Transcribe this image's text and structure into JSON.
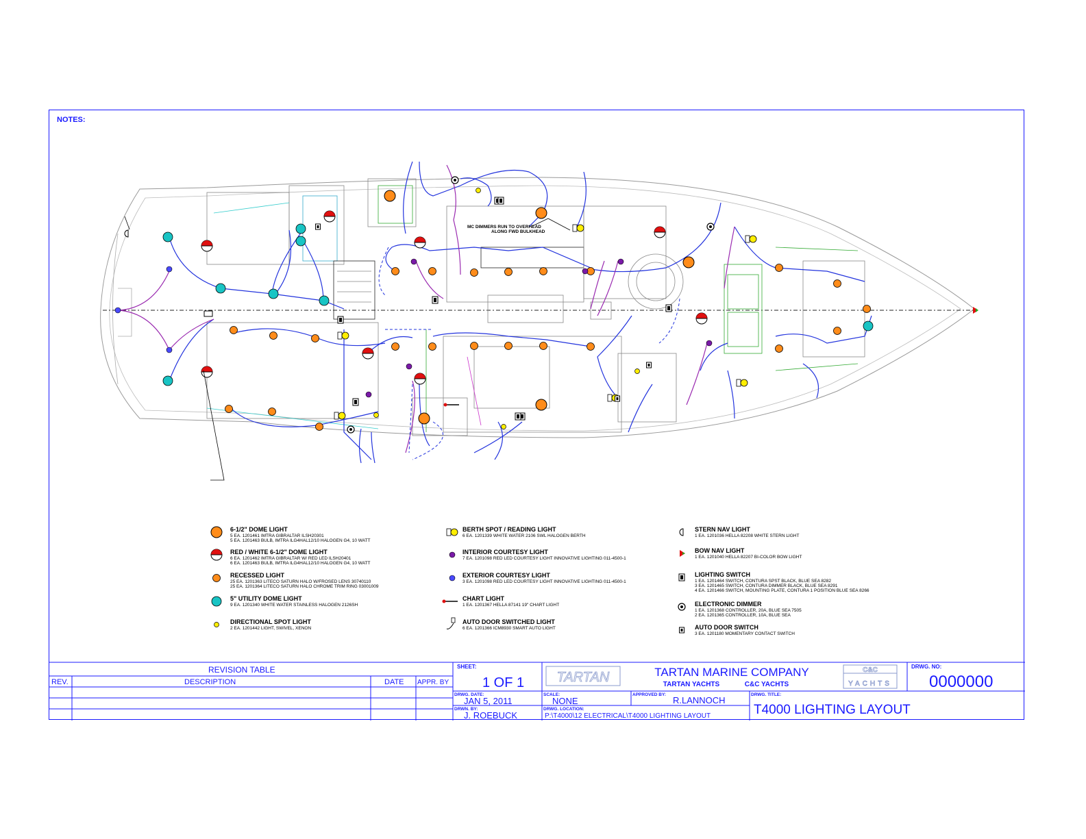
{
  "notes_label": "NOTES:",
  "plan": {
    "annotation_line1": "MC DIMMERS RUN TO OVERHEAD",
    "annotation_line2": "ALONG FWD BULKHEAD"
  },
  "legend": {
    "col1": [
      {
        "icon": "dome-light-icon",
        "title": "6-1/2\" DOME LIGHT",
        "lines": [
          "5 EA. 1201461 IMTRA GIBRALTAR ILSH20301",
          "5 EA. 1201463 BULB, IMTRA ILG4HAL12/10 HALOGEN G4, 10 WATT"
        ]
      },
      {
        "icon": "red-white-dome-light-icon",
        "title": "RED / WHITE 6-1/2\" DOME LIGHT",
        "lines": [
          "6 EA. 1201462 IMTRA GIBRALTAR W/ RED LED ILSH20401",
          "6 EA. 1201463 BULB, IMTRA ILG4HAL12/10 HALOGEN G4, 10 WATT"
        ]
      },
      {
        "icon": "recessed-light-icon",
        "title": "RECESSED LIGHT",
        "lines": [
          "25 EA. 1201363 LITECO SATURN HALO W/FROSED LENS 30740110",
          "25 EA. 1201364 LITECO SATURN HALO CHROME TRIM RING 03001009"
        ]
      },
      {
        "icon": "utility-dome-light-icon",
        "title": "5\" UTILITY DOME LIGHT",
        "lines": [
          "9 EA. 1201340 WHITE WATER STAINLESS HALOGEN 2126SH"
        ]
      },
      {
        "icon": "directional-spot-light-icon",
        "title": "DIRECTIONAL SPOT LIGHT",
        "lines": [
          "2 EA. 1201442 LIGHT, SWIVEL, XENON"
        ]
      }
    ],
    "col2": [
      {
        "icon": "berth-spot-light-icon",
        "title": "BERTH SPOT / READING LIGHT",
        "lines": [
          "6 EA. 1201339 WHITE WATER 2106 SWL HALOGEN BERTH"
        ]
      },
      {
        "icon": "interior-courtesy-light-icon",
        "title": "INTERIOR COURTESY LIGHT",
        "lines": [
          "7 EA. 1201098 RED LED COURTESY LIGHT INNOVATIVE LIGHTING 011-4500-1"
        ]
      },
      {
        "icon": "exterior-courtesy-light-icon",
        "title": "EXTERIOR COURTESY LIGHT",
        "lines": [
          "3 EA. 1201098 RED LED COURTESY LIGHT INNOVATIVE LIGHTING 011-4500-1"
        ]
      },
      {
        "icon": "chart-light-icon",
        "title": "CHART LIGHT",
        "lines": [
          "1 EA. 1201367 HELLA 87141 19\" CHART LIGHT"
        ]
      },
      {
        "icon": "auto-door-switched-light-icon",
        "title": "AUTO DOOR SWITCHED LIGHT",
        "lines": [
          "6 EA. 1201366 ICM8930 SMART AUTO LIGHT"
        ]
      }
    ],
    "col3": [
      {
        "icon": "stern-nav-light-icon",
        "title": "STERN NAV LIGHT",
        "lines": [
          "1 EA. 1201036 HELLA 82208 WHITE STERN LIGHT"
        ]
      },
      {
        "icon": "bow-nav-light-icon",
        "title": "BOW NAV LIGHT",
        "lines": [
          "1 EA. 1201040 HELLA 82207 BI-COLOR BOW LIGHT"
        ]
      },
      {
        "icon": "lighting-switch-icon",
        "title": "LIGHTING SWITCH",
        "lines": [
          "1 EA. 1201464 SWITCH, CONTURA SPST BLACK, BLUE SEA 8282",
          "3 EA. 1201465 SWITCH, CONTURA DIMMER BLACK, BLUE SEA 8291",
          "4 EA. 1201466 SWITCH, MOUNTING PLATE, CONTURA 1 POSITION BLUE SEA 8266"
        ]
      },
      {
        "icon": "electronic-dimmer-icon",
        "title": "ELECTRONIC DIMMER",
        "lines": [
          "1 EA. 1201368 CONTROLLER, 20A, BLUE SEA 7505",
          "2 EA. 1201365 CONTROLLER, 10A, BLUE SEA"
        ]
      },
      {
        "icon": "auto-door-switch-icon",
        "title": "AUTO DOOR SWITCH",
        "lines": [
          "3 EA. 1201180 MOMENTARY CONTACT SWITCH"
        ]
      }
    ]
  },
  "title_block": {
    "revision_table_label": "REVISION TABLE",
    "rev_label": "REV.",
    "description_label": "DESCRIPTION",
    "date_label": "DATE",
    "appr_label": "APPR. BY",
    "sheet_label": "SHEET:",
    "sheet_value": "1 OF 1",
    "logo_text": "TARTAN",
    "company_name": "TARTAN MARINE COMPANY",
    "brand1": "TARTAN YACHTS",
    "brand2": "C&C YACHTS",
    "cc_logo_top": "C&C",
    "cc_logo_bottom": "YACHTS",
    "drwg_no_label": "DRWG. NO:",
    "drwg_no_value": "0000000",
    "drwg_date_label": "DRWG. DATE:",
    "drwg_date_value": "JAN 5, 2011",
    "scale_label": "SCALE:",
    "scale_value": "NONE",
    "approved_label": "APPROVED BY:",
    "approved_value": "R.LANNOCH",
    "drwg_title_label": "DRWG. TITLE:",
    "drwg_title_value": "T4000 LIGHTING LAYOUT",
    "drwn_by_label": "DRWN. BY:",
    "drwn_by_value": "J. ROEBUCK",
    "location_label": "DRWG. LOCATION:",
    "location_value": "P:\\T4000\\12 ELECTRICAL\\T4000 LIGHTING LAYOUT"
  },
  "colors": {
    "frame": "#1a1aff",
    "dome_orange": "#ff8c1a",
    "utility_cyan": "#19c4c4",
    "courtesy_purple": "#7a1aa8",
    "exterior_blue": "#4a4aff",
    "spot_yellow": "#ffee00",
    "red": "#e01010",
    "wire_blue": "#2233dd",
    "wire_purple": "#9a2ab0"
  }
}
